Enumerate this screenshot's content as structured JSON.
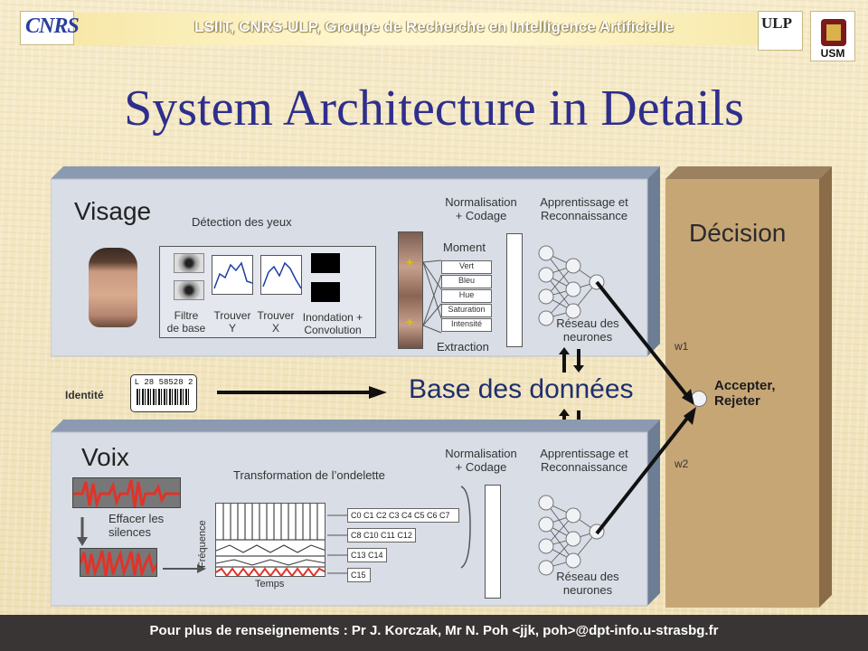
{
  "header": {
    "banner": "LSIIT, CNRS-ULP, Groupe de Recherche en Intelligence Artificielle",
    "logo_left": "CNRS",
    "logo_right1": "ULP",
    "logo_right2": "USM"
  },
  "title": "System Architecture in Details",
  "visage": {
    "label": "Visage",
    "detection": "Détection des yeux",
    "filtre": [
      "Filtre",
      "de base"
    ],
    "trouver_y": [
      "Trouver",
      "Y"
    ],
    "trouver_x": [
      "Trouver",
      "X"
    ],
    "inondation": [
      "Inondation +",
      "Convolution"
    ],
    "normalisation": [
      "Normalisation",
      "+ Codage"
    ],
    "apprentissage": [
      "Apprentissage et",
      "Reconnaissance"
    ],
    "moment": "Moment",
    "features": [
      "Vert",
      "Bleu",
      "Hue",
      "Saturation",
      "Intensité"
    ],
    "extraction": "Extraction",
    "reseau": [
      "Réseau des",
      "neurones"
    ]
  },
  "middle": {
    "identite": "Identité",
    "barcode": "L 28 58528 2",
    "base": "Base des données"
  },
  "voix": {
    "label": "Voix",
    "transformation": "Transformation de l’ondelette",
    "effacer": [
      "Effacer les",
      "silences"
    ],
    "frequence": "Fréquence",
    "temps": "Temps",
    "coefs": [
      "C0 C1 C2 C3 C4 C5 C6 C7",
      "C8 C10 C11 C12",
      "C13 C14",
      "C15"
    ],
    "normalisation": [
      "Normalisation",
      "+ Codage"
    ],
    "apprentissage": [
      "Apprentissage et",
      "Reconnaissance"
    ],
    "reseau": [
      "Réseau des",
      "neurones"
    ]
  },
  "decision": {
    "label": "Décision",
    "w1": "w1",
    "w2": "w2",
    "result": [
      "Accepter,",
      "Rejeter"
    ]
  },
  "footer": "Pour plus de renseignements : Pr J. Korczak, Mr N. Poh <jjk, poh>@dpt-info.u-strasbg.fr",
  "colors": {
    "title": "#2e2f8c",
    "panel": "#d8dde6",
    "decision": "#c7a676",
    "voice_red": "#e0332a"
  }
}
